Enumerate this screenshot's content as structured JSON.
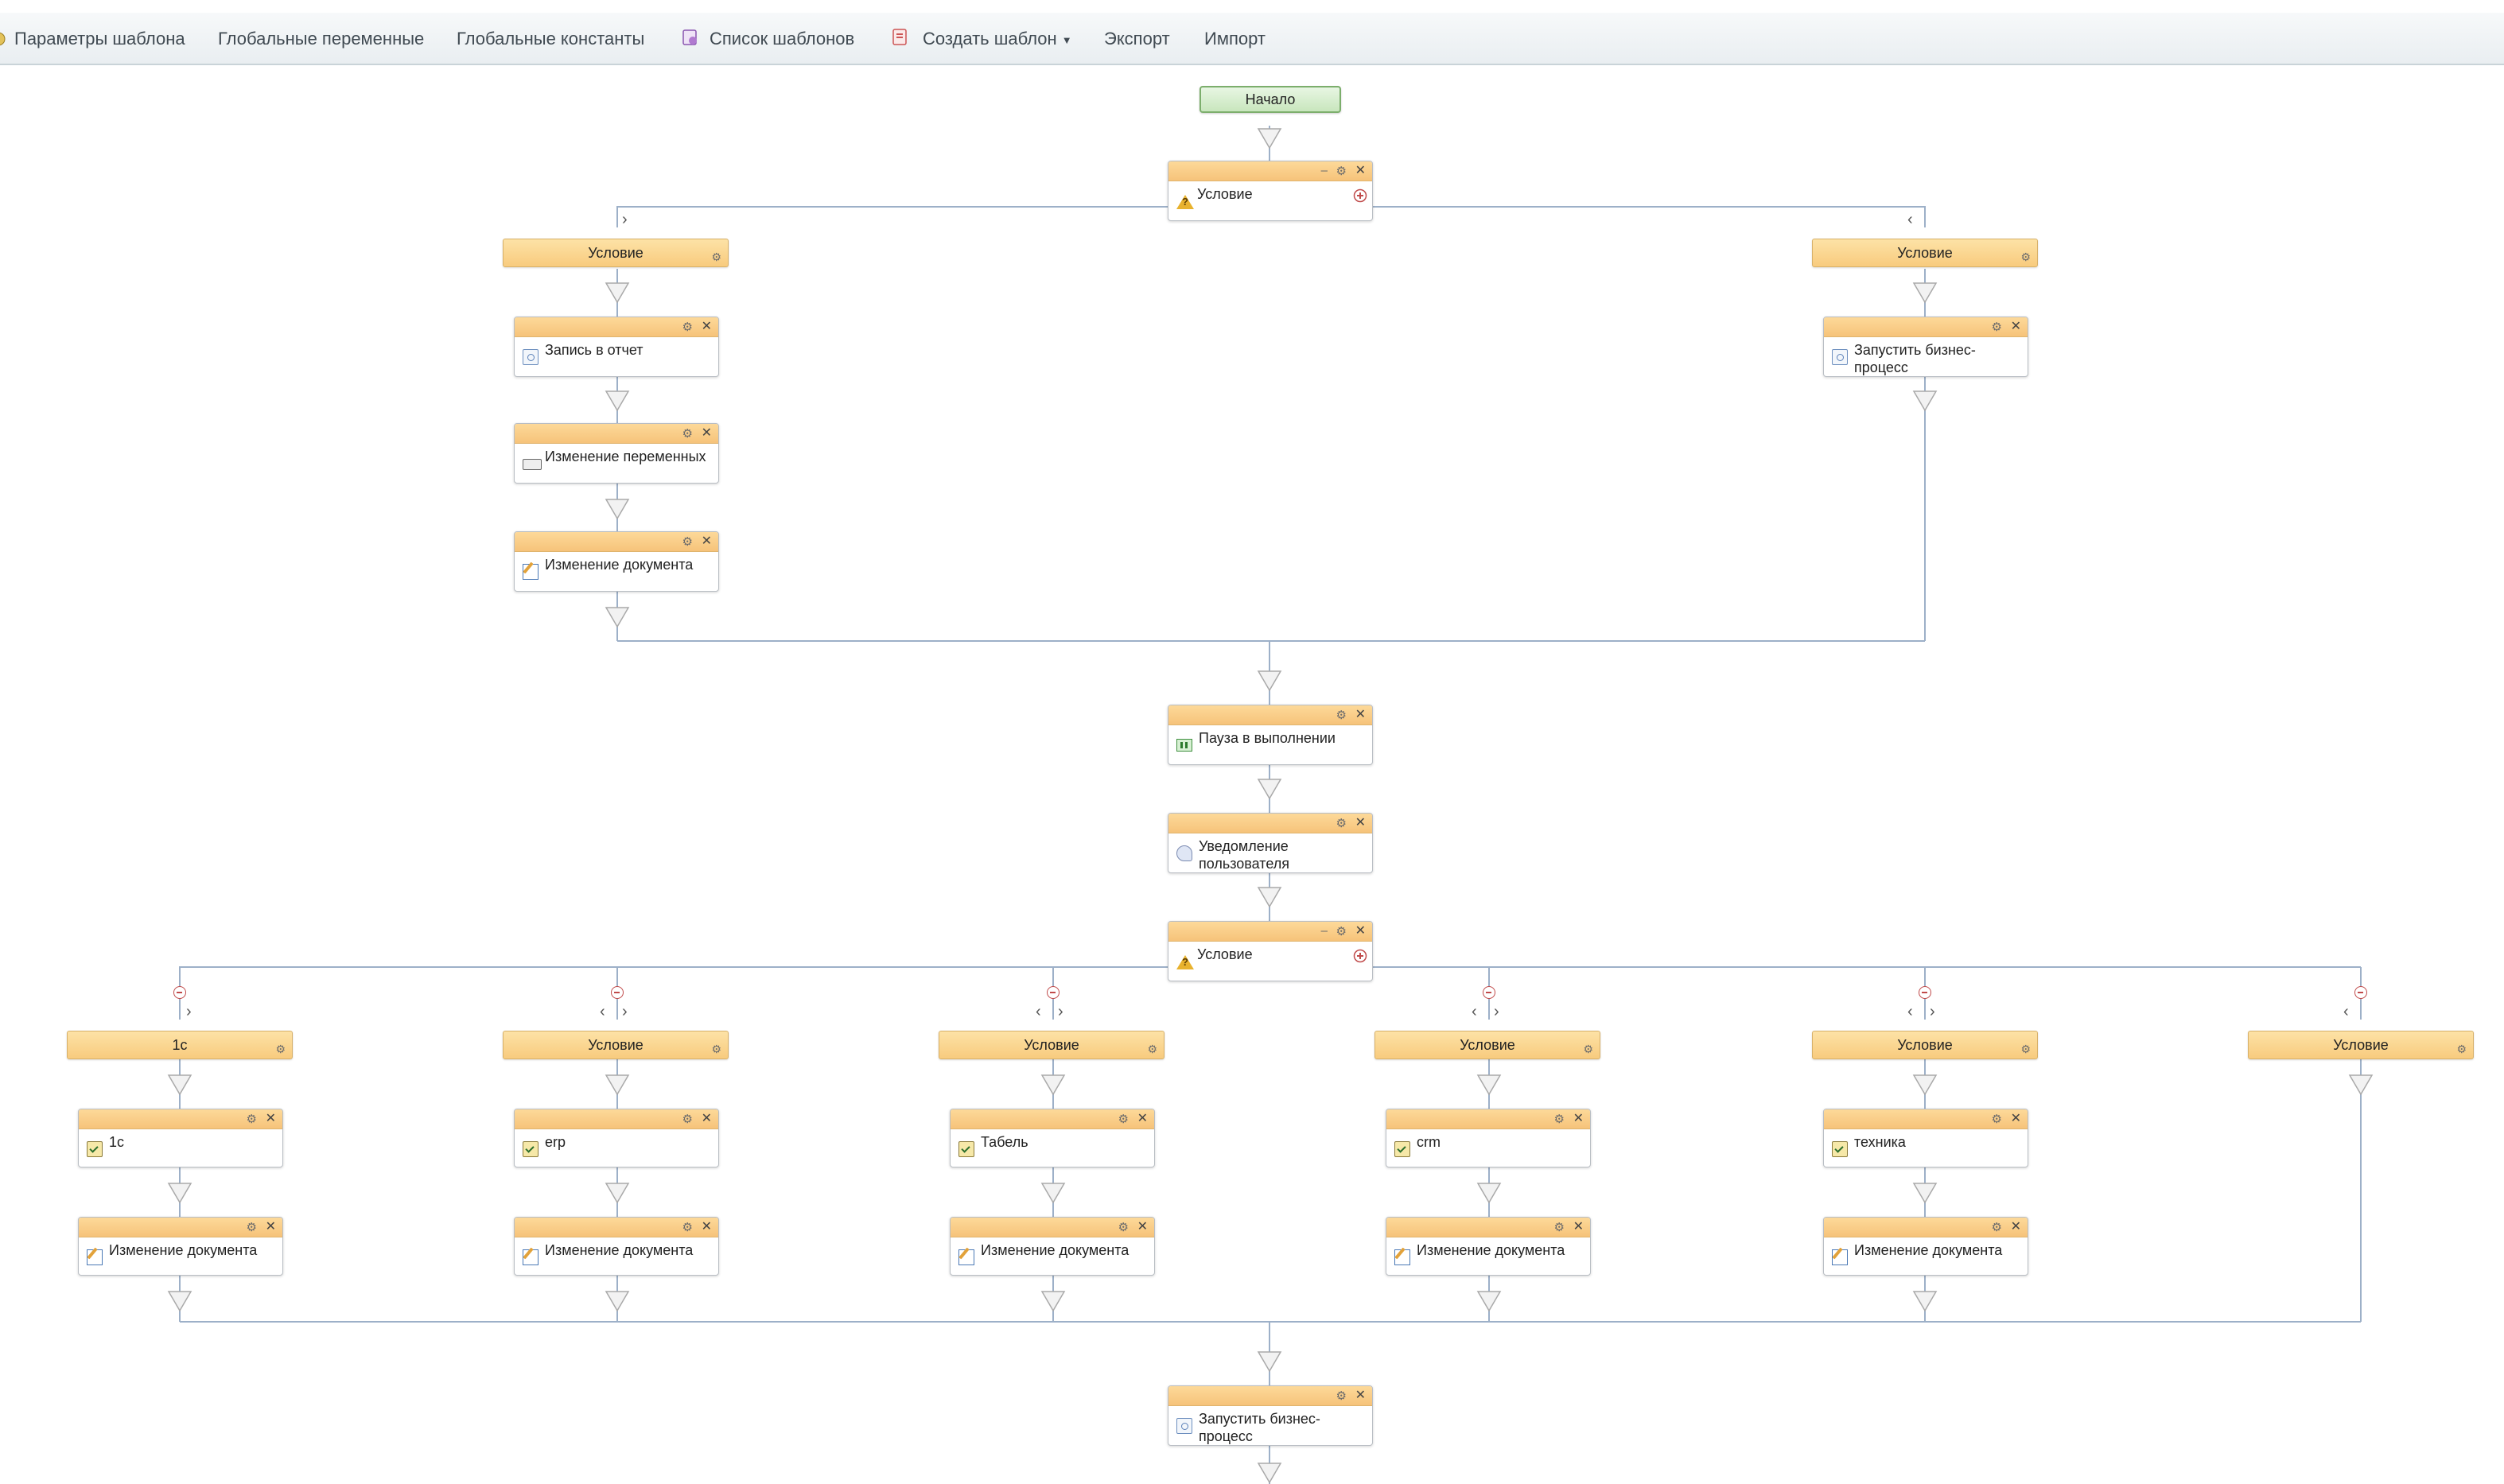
{
  "toolbar": {
    "template_params": "Параметры шаблона",
    "global_vars": "Глобальные переменные",
    "global_consts": "Глобальные константы",
    "template_list": "Список шаблонов",
    "create_template": "Создать шаблон",
    "export": "Экспорт",
    "import": "Импорт"
  },
  "flow": {
    "start": "Начало",
    "cond1": {
      "title": "Условие",
      "branches": [
        {
          "label": "Условие",
          "activities": [
            {
              "title": "Запись в отчет",
              "icon": "report-icon"
            },
            {
              "title": "Изменение переменных",
              "icon": "variables-icon"
            },
            {
              "title": "Изменение документа",
              "icon": "document-edit-icon"
            }
          ]
        },
        {
          "label": "Условие",
          "activities": [
            {
              "title": "Запустить бизнес-процесс",
              "icon": "report-icon"
            }
          ]
        }
      ]
    },
    "pause": "Пауза в выполнении",
    "notify": "Уведомление пользователя",
    "cond2": {
      "title": "Условие",
      "branches": [
        {
          "label": "1с",
          "task": "1с",
          "edit": "Изменение документа"
        },
        {
          "label": "Условие",
          "task": "erp",
          "edit": "Изменение документа"
        },
        {
          "label": "Условие",
          "task": "Табель",
          "edit": "Изменение документа"
        },
        {
          "label": "Условие",
          "task": "crm",
          "edit": "Изменение документа"
        },
        {
          "label": "Условие",
          "task": "техника",
          "edit": "Изменение документа"
        },
        {
          "label": "Условие"
        }
      ]
    },
    "final": "Запустить бизнес-процесс"
  },
  "colors": {
    "connector": "#9db0c8",
    "header": "#f8cb7e",
    "start": "#c8e6bd"
  }
}
